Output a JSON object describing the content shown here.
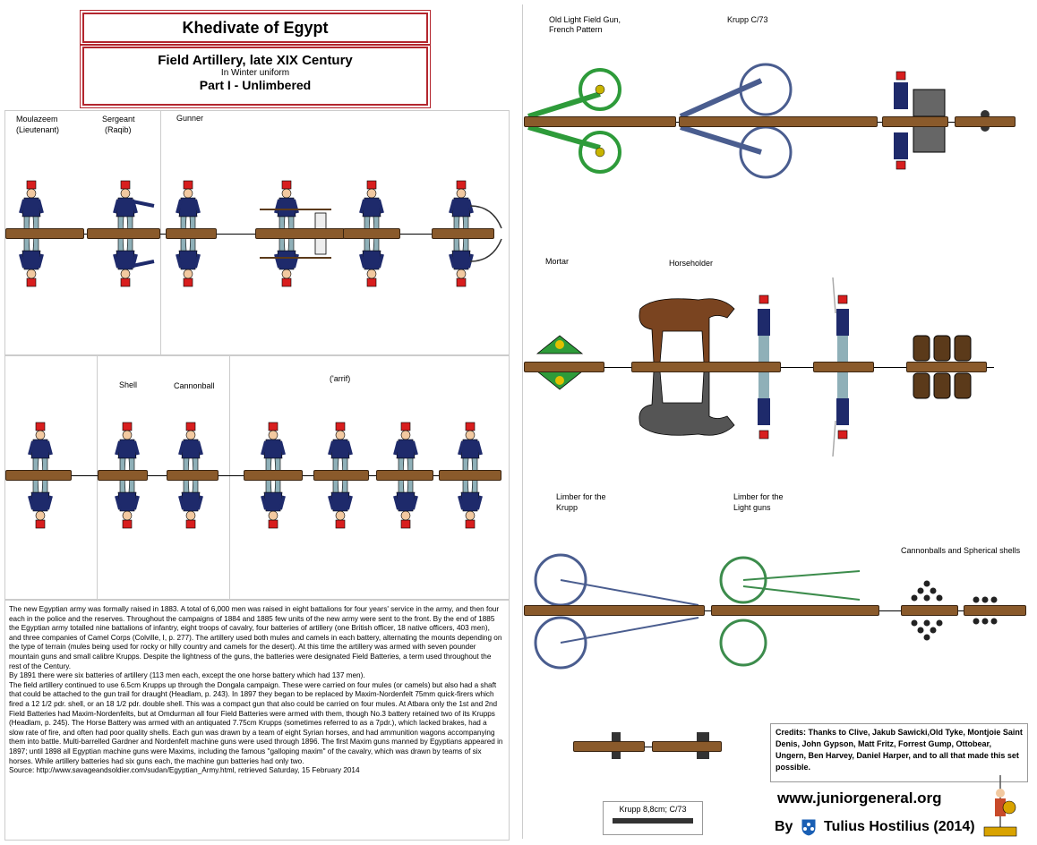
{
  "title": "Khedivate of Egypt",
  "subtitle": "Field Artillery, late XIX Century",
  "uniform": "In Winter uniform",
  "part": "Part I - Unlimbered",
  "figure_labels": {
    "moulazeem": "Moulazeem",
    "moulazeem_sub": "(Lieutenant)",
    "sergeant": "Sergeant",
    "sergeant_sub": "(Raqib)",
    "gunner": "Gunner",
    "shell": "Shell",
    "cannonball": "Cannonball",
    "arrif": "('arrif)"
  },
  "equipment_labels": {
    "old_gun_1": "Old Light Field Gun,",
    "old_gun_2": "French Pattern",
    "krupp": "Krupp  C/73",
    "mortar": "Mortar",
    "horseholder": "Horseholder",
    "limber_krupp_1": "Limber for the",
    "limber_krupp_2": "Krupp",
    "limber_light_1": "Limber for the",
    "limber_light_2": "Light guns",
    "cannonballs": "Cannonballs and Spherical shells",
    "krupp_88": "Krupp 8,8cm; C/73"
  },
  "history": {
    "p1": "The new Egyptian army was formally raised in 1883. A total of 6,000 men was raised in eight battalions for four years' service in the army, and then four each in the police and the reserves. Throughout the campaigns of 1884 and 1885 few units of the new army were sent to the front. By the end of 1885 the Egyptian army totalled nine battalions of infantry, eight troops of cavalry, four batteries of artillery (one British officer, 18 native officers, 403 men), and three companies of Camel Corps (Colville, I, p. 277). The artillery used both mules and camels in each battery, alternating the mounts depending on the type of terrain (mules being used for rocky or hilly country and camels for the desert). At this time the artillery was armed with seven pounder mountain guns and small calibre Krupps. Despite the lightness of the guns, the batteries were designated Field Batteries, a term used throughout the rest of the Century.",
    "p2": "By 1891 there were six batteries of artillery (113 men each, except the one horse battery which had 137 men).",
    "p3": "The field artillery continued to use 6.5cm Krupps up through the Dongala campaign. These were carried on four mules (or camels) but also had a shaft that could be attached to the gun trail for draught (Headlam, p. 243). In 1897 they began to be replaced by Maxim-Nordenfelt 75mm quick-firers which fired a 12 1/2 pdr. shell, or an 18 1/2 pdr. double shell. This was a compact gun that also could be carried on four mules. At Atbara only the 1st and 2nd Field Batteries had Maxim-Nordenfelts, but at Omdurman all four Field Batteries were armed with them, though No.3 battery retained two of its Krupps (Headlam, p. 245). The Horse Battery was armed with an antiquated 7.75cm Krupps (sometimes referred to as a 7pdr.), which lacked brakes, had a slow rate of fire, and often had poor quality shells. Each gun was drawn by a team of eight Syrian horses, and had ammunition wagons accompanying them into battle. Multi-barrelled Gardner and Nordenfelt machine guns were used through 1896. The first Maxim guns manned by Egyptians appeared in 1897; until 1898 all Egyptian machine guns were Maxims, including the famous \"galloping maxim\" of the cavalry, which was drawn by teams of six horses. While artillery batteries had six guns each, the machine gun batteries had only two.",
    "source": "Source: http://www.savageandsoldier.com/sudan/Egyptian_Army.html, retrieved Saturday, 15 February 2014"
  },
  "credits": "Credits: Thanks to Clive, Jakub Sawicki,Old Tyke, Montjoie Saint Denis, John Gypson, Matt Fritz, Forrest Gump, Ottobear, Ungern, Ben Harvey, Daniel Harper, and to all that made this set possible.",
  "website": "www.juniorgeneral.org",
  "author_by": "By",
  "author": "Tulius Hostilius (2014)",
  "colors": {
    "border_red": "#b3262e",
    "uniform_blue": "#1e2a6b",
    "trouser_grey": "#8fb0b8",
    "fez_red": "#d81e1e",
    "base_brown": "#8a5a2b",
    "krupp_blue": "#4a5d8f",
    "french_green": "#2e9b3a",
    "limber_green": "#3c8c4c",
    "horse_brown": "#7a4420",
    "barrel_brown": "#5b3a1a"
  }
}
